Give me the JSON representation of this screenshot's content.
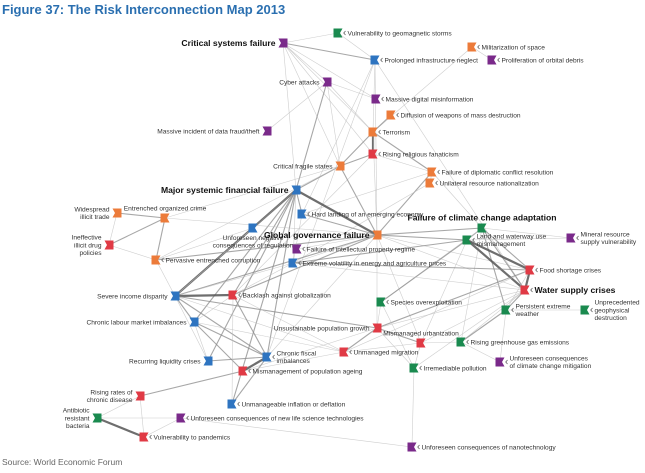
{
  "title": "Figure 37: The Risk Interconnection Map 2013",
  "source": "Source: World Economic Forum",
  "colors": {
    "economic": "#2e74c0",
    "environmental": "#1a8a4f",
    "geopolitical": "#ec7b3a",
    "societal": "#e03a45",
    "technological": "#7a2a8a",
    "edge": "#bdbdbd",
    "edge_strong": "#555555",
    "title": "#2a6fb0"
  },
  "nodes": [
    {
      "id": "geomagnetic",
      "cat": "environmental",
      "lines": [
        "Vulnerability to geomagnetic storms"
      ],
      "labelSide": "right"
    },
    {
      "id": "critical-systems",
      "cat": "technological",
      "lines": [
        "Critical systems failure"
      ],
      "labelSide": "left",
      "major": true
    },
    {
      "id": "militarization",
      "cat": "geopolitical",
      "lines": [
        "Militarization of space"
      ],
      "labelSide": "right"
    },
    {
      "id": "infrastructure",
      "cat": "economic",
      "lines": [
        "Prolonged infrastructure neglect"
      ],
      "labelSide": "right"
    },
    {
      "id": "orbital",
      "cat": "technological",
      "lines": [
        "Proliferation of orbital debris"
      ],
      "labelSide": "right"
    },
    {
      "id": "cyber",
      "cat": "technological",
      "lines": [
        "Cyber attacks"
      ],
      "labelSide": "left"
    },
    {
      "id": "misinformation",
      "cat": "technological",
      "lines": [
        "Massive digital misinformation"
      ],
      "labelSide": "right"
    },
    {
      "id": "wmd",
      "cat": "geopolitical",
      "lines": [
        "Diffusion of weapons of mass destruction"
      ],
      "labelSide": "right"
    },
    {
      "id": "data-fraud",
      "cat": "technological",
      "lines": [
        "Massive incident of data fraud/theft"
      ],
      "labelSide": "left"
    },
    {
      "id": "terrorism",
      "cat": "geopolitical",
      "lines": [
        "Terrorism"
      ],
      "labelSide": "right"
    },
    {
      "id": "fanaticism",
      "cat": "societal",
      "lines": [
        "Rising religious fanaticism"
      ],
      "labelSide": "right"
    },
    {
      "id": "fragile-states",
      "cat": "geopolitical",
      "lines": [
        "Critical fragile states"
      ],
      "labelSide": "left"
    },
    {
      "id": "diplomatic",
      "cat": "geopolitical",
      "lines": [
        "Failure of diplomatic conflict resolution"
      ],
      "labelSide": "right"
    },
    {
      "id": "nationalization",
      "cat": "geopolitical",
      "lines": [
        "Unilateral resource nationalization"
      ],
      "labelSide": "right"
    },
    {
      "id": "financial",
      "cat": "economic",
      "lines": [
        "Major systemic financial failure"
      ],
      "labelSide": "left",
      "major": true
    },
    {
      "id": "crime",
      "cat": "geopolitical",
      "lines": [
        "Entrenched organized crime"
      ],
      "labelSide": "above"
    },
    {
      "id": "illicit-trade",
      "cat": "geopolitical",
      "lines": [
        "Widespread",
        "illicit trade"
      ],
      "labelSide": "left"
    },
    {
      "id": "hard-landing",
      "cat": "economic",
      "lines": [
        "Hard landing of an emerging economy"
      ],
      "labelSide": "right"
    },
    {
      "id": "adaptation",
      "cat": "environmental",
      "lines": [
        "Failure of climate change adaptation"
      ],
      "labelSide": "above",
      "major": true
    },
    {
      "id": "regulation",
      "cat": "economic",
      "lines": [
        "Unforeseen negative",
        "consequences of regulation"
      ],
      "labelSide": "below"
    },
    {
      "id": "governance",
      "cat": "geopolitical",
      "lines": [
        "Global governance failure"
      ],
      "labelSide": "left",
      "major": true
    },
    {
      "id": "land-water",
      "cat": "environmental",
      "lines": [
        "Land and waterway use",
        "mismanagement"
      ],
      "labelSide": "right"
    },
    {
      "id": "mineral",
      "cat": "technological",
      "lines": [
        "Mineral resource",
        "supply vulnerability"
      ],
      "labelSide": "right"
    },
    {
      "id": "drug",
      "cat": "societal",
      "lines": [
        "Ineffective",
        "illicit drug",
        "policies"
      ],
      "labelSide": "left"
    },
    {
      "id": "ip",
      "cat": "technological",
      "lines": [
        "Failure of intellectual property regime"
      ],
      "labelSide": "right"
    },
    {
      "id": "corruption",
      "cat": "geopolitical",
      "lines": [
        "Pervasive entrenched corruption"
      ],
      "labelSide": "right"
    },
    {
      "id": "volatility",
      "cat": "economic",
      "lines": [
        "Extreme volatility in energy and agriculture prices"
      ],
      "labelSide": "right"
    },
    {
      "id": "food",
      "cat": "societal",
      "lines": [
        "Food shortage crises"
      ],
      "labelSide": "right"
    },
    {
      "id": "water",
      "cat": "societal",
      "lines": [
        "Water supply crises"
      ],
      "labelSide": "right",
      "major": true
    },
    {
      "id": "income",
      "cat": "economic",
      "lines": [
        "Severe income disparity"
      ],
      "labelSide": "left"
    },
    {
      "id": "globalization",
      "cat": "societal",
      "lines": [
        "Backlash against globalization"
      ],
      "labelSide": "right"
    },
    {
      "id": "species",
      "cat": "environmental",
      "lines": [
        "Species overexploitation"
      ],
      "labelSide": "right"
    },
    {
      "id": "extreme-weather",
      "cat": "environmental",
      "lines": [
        "Persistent extreme",
        "weather"
      ],
      "labelSide": "right"
    },
    {
      "id": "geophysical",
      "cat": "environmental",
      "lines": [
        "Unprecedented",
        "geophysical",
        "destruction"
      ],
      "labelSide": "right"
    },
    {
      "id": "labour",
      "cat": "economic",
      "lines": [
        "Chronic labour market imbalances"
      ],
      "labelSide": "left"
    },
    {
      "id": "population",
      "cat": "societal",
      "lines": [
        "Unsustainable population growth"
      ],
      "labelSide": "left"
    },
    {
      "id": "urbanization",
      "cat": "societal",
      "lines": [
        "Mismanaged urbanization"
      ],
      "labelSide": "above"
    },
    {
      "id": "ghg",
      "cat": "environmental",
      "lines": [
        "Rising greenhouse gas emissions"
      ],
      "labelSide": "right"
    },
    {
      "id": "liquidity",
      "cat": "economic",
      "lines": [
        "Recurring liquidity crises"
      ],
      "labelSide": "left"
    },
    {
      "id": "fiscal",
      "cat": "economic",
      "lines": [
        "Chronic fiscal",
        "imbalances"
      ],
      "labelSide": "right"
    },
    {
      "id": "migration",
      "cat": "societal",
      "lines": [
        "Unmanaged migration"
      ],
      "labelSide": "right"
    },
    {
      "id": "mitigation",
      "cat": "technological",
      "lines": [
        "Unforeseen consequences",
        "of climate change mitigation"
      ],
      "labelSide": "right"
    },
    {
      "id": "ageing",
      "cat": "societal",
      "lines": [
        "Mismanagement of population ageing"
      ],
      "labelSide": "right"
    },
    {
      "id": "pollution",
      "cat": "environmental",
      "lines": [
        "Irremediable pollution"
      ],
      "labelSide": "right"
    },
    {
      "id": "chronic-disease",
      "cat": "societal",
      "lines": [
        "Rising rates of",
        "chronic disease"
      ],
      "labelSide": "left"
    },
    {
      "id": "inflation",
      "cat": "economic",
      "lines": [
        "Unmanageable inflation or deflation"
      ],
      "labelSide": "right"
    },
    {
      "id": "antibiotic",
      "cat": "environmental",
      "lines": [
        "Antibiotic",
        "resistant",
        "bacteria"
      ],
      "labelSide": "left"
    },
    {
      "id": "life-science",
      "cat": "technological",
      "lines": [
        "Unforeseen consequences of new life science technologies"
      ],
      "labelSide": "right"
    },
    {
      "id": "pandemics",
      "cat": "societal",
      "lines": [
        "Vulnerability to pandemics"
      ],
      "labelSide": "right"
    },
    {
      "id": "nanotech",
      "cat": "technological",
      "lines": [
        "Unforeseen consequences of nanotechnology"
      ],
      "labelSide": "right"
    }
  ],
  "edges": [
    [
      "critical-systems",
      "cyber",
      1
    ],
    [
      "critical-systems",
      "infrastructure",
      2
    ],
    [
      "critical-systems",
      "geomagnetic",
      1
    ],
    [
      "critical-systems",
      "terrorism",
      1
    ],
    [
      "critical-systems",
      "financial",
      1
    ],
    [
      "critical-systems",
      "misinformation",
      1
    ],
    [
      "critical-systems",
      "fragile-states",
      1
    ],
    [
      "critical-systems",
      "fanaticism",
      1
    ],
    [
      "infrastructure",
      "geomagnetic",
      1
    ],
    [
      "infrastructure",
      "hard-landing",
      1
    ],
    [
      "infrastructure",
      "governance",
      1
    ],
    [
      "infrastructure",
      "terrorism",
      1
    ],
    [
      "infrastructure",
      "fiscal",
      1
    ],
    [
      "infrastructure",
      "water",
      1
    ],
    [
      "militarization",
      "terrorism",
      1
    ],
    [
      "militarization",
      "orbital",
      1
    ],
    [
      "cyber",
      "financial",
      2
    ],
    [
      "cyber",
      "terrorism",
      1
    ],
    [
      "cyber",
      "fragile-states",
      1
    ],
    [
      "cyber",
      "data-fraud",
      1
    ],
    [
      "cyber",
      "misinformation",
      1
    ],
    [
      "terrorism",
      "wmd",
      2
    ],
    [
      "terrorism",
      "fanaticism",
      3
    ],
    [
      "terrorism",
      "fragile-states",
      2
    ],
    [
      "terrorism",
      "diplomatic",
      2
    ],
    [
      "terrorism",
      "governance",
      1
    ],
    [
      "fanaticism",
      "fragile-states",
      2
    ],
    [
      "fanaticism",
      "diplomatic",
      1
    ],
    [
      "fanaticism",
      "globalization",
      1
    ],
    [
      "fragile-states",
      "financial",
      2
    ],
    [
      "fragile-states",
      "governance",
      2
    ],
    [
      "fragile-states",
      "crime",
      1
    ],
    [
      "fragile-states",
      "corruption",
      1
    ],
    [
      "diplomatic",
      "governance",
      2
    ],
    [
      "diplomatic",
      "nationalization",
      1
    ],
    [
      "diplomatic",
      "hard-landing",
      1
    ],
    [
      "diplomatic",
      "adaptation",
      1
    ],
    [
      "nationalization",
      "volatility",
      1
    ],
    [
      "financial",
      "hard-landing",
      2
    ],
    [
      "financial",
      "governance",
      3
    ],
    [
      "financial",
      "income",
      3
    ],
    [
      "financial",
      "regulation",
      2
    ],
    [
      "financial",
      "fiscal",
      2
    ],
    [
      "financial",
      "liquidity",
      2
    ],
    [
      "financial",
      "labour",
      2
    ],
    [
      "financial",
      "inflation",
      2
    ],
    [
      "financial",
      "globalization",
      2
    ],
    [
      "financial",
      "volatility",
      1
    ],
    [
      "crime",
      "illicit-trade",
      2
    ],
    [
      "crime",
      "drug",
      2
    ],
    [
      "crime",
      "corruption",
      2
    ],
    [
      "crime",
      "governance",
      1
    ],
    [
      "illicit-trade",
      "drug",
      1
    ],
    [
      "corruption",
      "drug",
      1
    ],
    [
      "corruption",
      "governance",
      2
    ],
    [
      "corruption",
      "income",
      1
    ],
    [
      "hard-landing",
      "governance",
      2
    ],
    [
      "hard-landing",
      "volatility",
      1
    ],
    [
      "governance",
      "adaptation",
      2
    ],
    [
      "governance",
      "land-water",
      2
    ],
    [
      "governance",
      "ip",
      1
    ],
    [
      "governance",
      "income",
      2
    ],
    [
      "governance",
      "globalization",
      2
    ],
    [
      "governance",
      "volatility",
      1
    ],
    [
      "governance",
      "population",
      1
    ],
    [
      "governance",
      "fiscal",
      1
    ],
    [
      "governance",
      "water",
      1
    ],
    [
      "governance",
      "food",
      1
    ],
    [
      "governance",
      "urbanization",
      1
    ],
    [
      "adaptation",
      "land-water",
      2
    ],
    [
      "adaptation",
      "food",
      2
    ],
    [
      "adaptation",
      "water",
      2
    ],
    [
      "adaptation",
      "extreme-weather",
      2
    ],
    [
      "adaptation",
      "ghg",
      1
    ],
    [
      "adaptation",
      "mineral",
      1
    ],
    [
      "adaptation",
      "species",
      1
    ],
    [
      "land-water",
      "food",
      3
    ],
    [
      "land-water",
      "water",
      3
    ],
    [
      "land-water",
      "species",
      2
    ],
    [
      "land-water",
      "urbanization",
      1
    ],
    [
      "land-water",
      "volatility",
      2
    ],
    [
      "volatility",
      "food",
      2
    ],
    [
      "volatility",
      "water",
      1
    ],
    [
      "volatility",
      "income",
      1
    ],
    [
      "volatility",
      "globalization",
      1
    ],
    [
      "food",
      "water",
      3
    ],
    [
      "food",
      "population",
      2
    ],
    [
      "food",
      "extreme-weather",
      1
    ],
    [
      "food",
      "migration",
      1
    ],
    [
      "water",
      "extreme-weather",
      2
    ],
    [
      "water",
      "ghg",
      1
    ],
    [
      "water",
      "urbanization",
      1
    ],
    [
      "water",
      "population",
      1
    ],
    [
      "water",
      "pollution",
      1
    ],
    [
      "extreme-weather",
      "ghg",
      2
    ],
    [
      "extreme-weather",
      "geophysical",
      1
    ],
    [
      "extreme-weather",
      "mitigation",
      1
    ],
    [
      "ghg",
      "mitigation",
      1
    ],
    [
      "ghg",
      "urbanization",
      1
    ],
    [
      "income",
      "globalization",
      3
    ],
    [
      "income",
      "labour",
      2
    ],
    [
      "income",
      "population",
      2
    ],
    [
      "income",
      "fiscal",
      2
    ],
    [
      "income",
      "liquidity",
      1
    ],
    [
      "income",
      "migration",
      1
    ],
    [
      "labour",
      "fiscal",
      2
    ],
    [
      "labour",
      "ageing",
      2
    ],
    [
      "labour",
      "liquidity",
      1
    ],
    [
      "labour",
      "migration",
      1
    ],
    [
      "labour",
      "globalization",
      1
    ],
    [
      "population",
      "urbanization",
      2
    ],
    [
      "population",
      "migration",
      2
    ],
    [
      "population",
      "ageing",
      1
    ],
    [
      "population",
      "pollution",
      1
    ],
    [
      "population",
      "species",
      1
    ],
    [
      "urbanization",
      "migration",
      1
    ],
    [
      "urbanization",
      "pollution",
      1
    ],
    [
      "liquidity",
      "fiscal",
      2
    ],
    [
      "fiscal",
      "ageing",
      3
    ],
    [
      "fiscal",
      "inflation",
      2
    ],
    [
      "fiscal",
      "globalization",
      2
    ],
    [
      "ageing",
      "chronic-disease",
      2
    ],
    [
      "ageing",
      "migration",
      1
    ],
    [
      "chronic-disease",
      "antibiotic",
      1
    ],
    [
      "chronic-disease",
      "pandemics",
      1
    ],
    [
      "antibiotic",
      "pandemics",
      3
    ],
    [
      "antibiotic",
      "life-science",
      1
    ],
    [
      "pandemics",
      "life-science",
      1
    ],
    [
      "inflation",
      "globalization",
      1
    ],
    [
      "regulation",
      "income",
      1
    ],
    [
      "regulation",
      "corruption",
      1
    ],
    [
      "globalization",
      "migration",
      1
    ],
    [
      "mineral",
      "land-water",
      1
    ],
    [
      "species",
      "pollution",
      1
    ],
    [
      "nanotech",
      "life-science",
      1
    ],
    [
      "nanotech",
      "pollution",
      1
    ]
  ]
}
